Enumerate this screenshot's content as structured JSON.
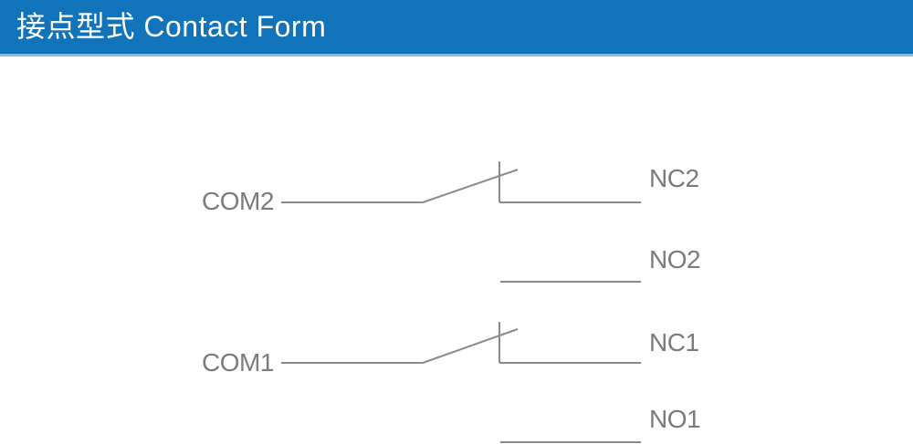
{
  "header": {
    "title": "接点型式 Contact Form",
    "background_color": "#1173b9",
    "border_color": "#8fbbdb",
    "text_color": "#ffffff"
  },
  "diagram": {
    "description": "Double-pole double-throw relay contact form schematic",
    "line_color": "#8b8b8b",
    "label_color": "#7b7b7b",
    "poles": [
      {
        "common": "COM2",
        "nc": "NC2",
        "no": "NO2"
      },
      {
        "common": "COM1",
        "nc": "NC1",
        "no": "NO1"
      }
    ]
  }
}
